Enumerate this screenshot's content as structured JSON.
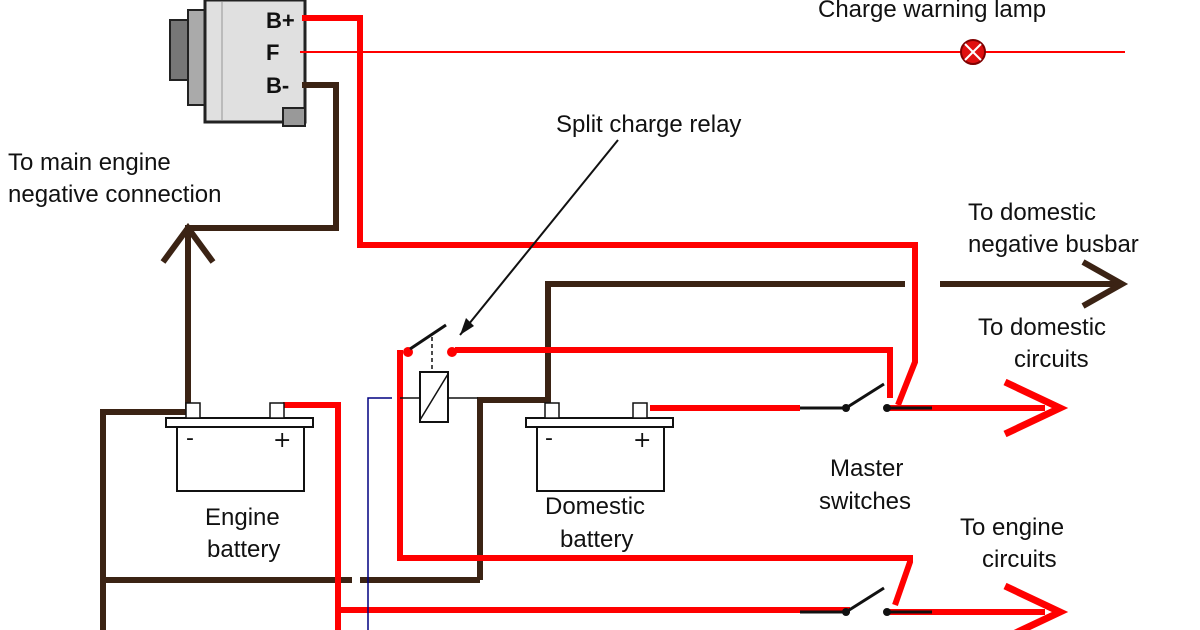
{
  "labels": {
    "charge_warning_lamp": "Charge warning lamp",
    "split_charge_relay": "Split charge relay",
    "to_main_engine_neg_1": "To main engine",
    "to_main_engine_neg_2": "negative connection",
    "to_domestic_neg_1": "To domestic",
    "to_domestic_neg_2": "negative busbar",
    "to_domestic_circuits_1": "To domestic",
    "to_domestic_circuits_2": "circuits",
    "master_switches_1": "Master",
    "master_switches_2": "switches",
    "to_engine_circuits_1": "To engine",
    "to_engine_circuits_2": "circuits",
    "engine_battery_1": "Engine",
    "engine_battery_2": "battery",
    "domestic_battery_1": "Domestic",
    "domestic_battery_2": "battery"
  },
  "alternator_terminals": {
    "b_plus": "B+",
    "f": "F",
    "b_minus": "B-"
  },
  "battery_polarity": {
    "minus": "-",
    "plus": "+"
  },
  "colors": {
    "positive_wire": "#ff0000",
    "negative_wire": "#3b2314",
    "field_wire": "#ff0000",
    "relay_coil_wire": "#000080",
    "lamp": "#e01010"
  }
}
